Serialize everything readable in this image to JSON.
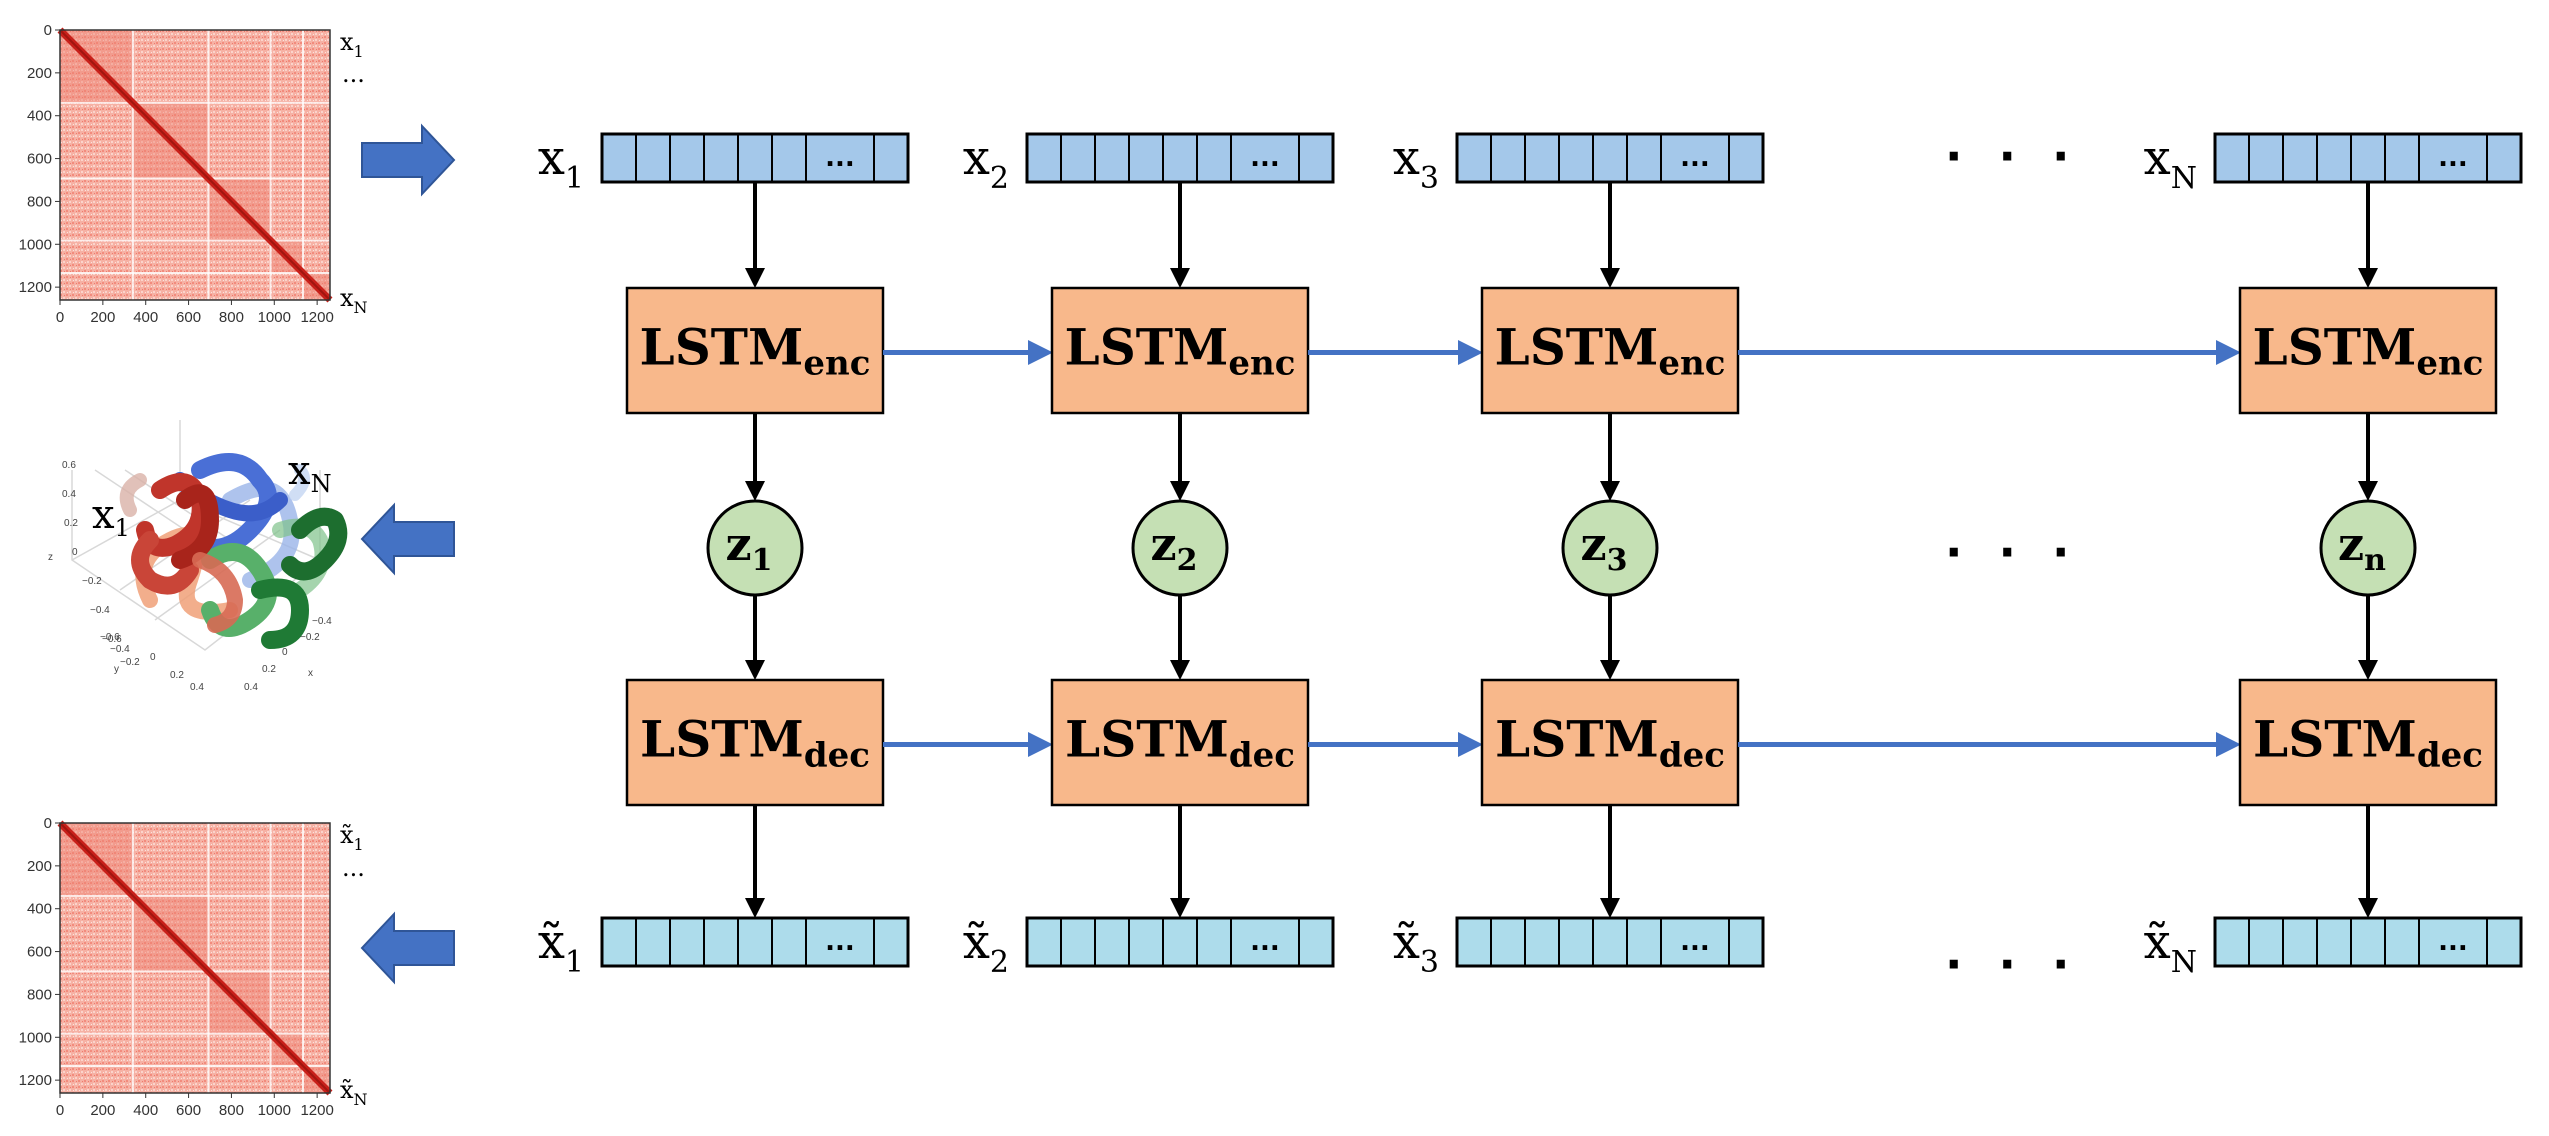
{
  "lstm": {
    "enc_main": "LSTM",
    "enc_sub": "enc",
    "dec_main": "LSTM",
    "dec_sub": "dec"
  },
  "inputs": [
    {
      "base": "x",
      "sub": "1"
    },
    {
      "base": "x",
      "sub": "2"
    },
    {
      "base": "x",
      "sub": "3"
    },
    {
      "base": "x",
      "sub": "N"
    }
  ],
  "outputs": [
    {
      "base": "x̃",
      "sub": "1"
    },
    {
      "base": "x̃",
      "sub": "2"
    },
    {
      "base": "x̃",
      "sub": "3"
    },
    {
      "base": "x̃",
      "sub": "N"
    }
  ],
  "latents": [
    {
      "base": "z",
      "sub": "1"
    },
    {
      "base": "z",
      "sub": "2"
    },
    {
      "base": "z",
      "sub": "3"
    },
    {
      "base": "z",
      "sub": "n"
    }
  ],
  "ellipsis": "· · ·",
  "vector_ellipsis": "...",
  "side_ellipsis": "...",
  "heatmap_ticks": [
    "0",
    "200",
    "400",
    "600",
    "800",
    "1000",
    "1200"
  ],
  "plot3d": {
    "z_ticks": [
      "0.6",
      "0.4",
      "0.2",
      "0",
      "−0.2",
      "−0.4",
      "−0.6"
    ],
    "x_ticks": [
      "−0.4",
      "−0.2",
      "0",
      "0.2",
      "0.4"
    ],
    "y_ticks": [
      "−0.6",
      "−0.4",
      "−0.2",
      "0",
      "0.2",
      "0.4"
    ],
    "axis_x": "x",
    "axis_y": "y",
    "axis_z": "z",
    "label_start": {
      "base": "x",
      "sub": "1"
    },
    "label_end": {
      "base": "x",
      "sub": "N"
    }
  },
  "side_labels": {
    "top_first": {
      "base": "x",
      "sub": "1"
    },
    "top_last": {
      "base": "x",
      "sub": "N"
    },
    "bottom_first": {
      "base": "x̃",
      "sub": "1"
    },
    "bottom_last": {
      "base": "x̃",
      "sub": "N"
    }
  },
  "colors": {
    "lstm_fill": "#F8B88B",
    "latent_fill": "#C5E0B4",
    "input_vec_fill": "#A4C8EA",
    "output_vec_fill": "#ADDCEB",
    "arrow_blue": "#4472C4",
    "heat_red": "#C8201A"
  }
}
